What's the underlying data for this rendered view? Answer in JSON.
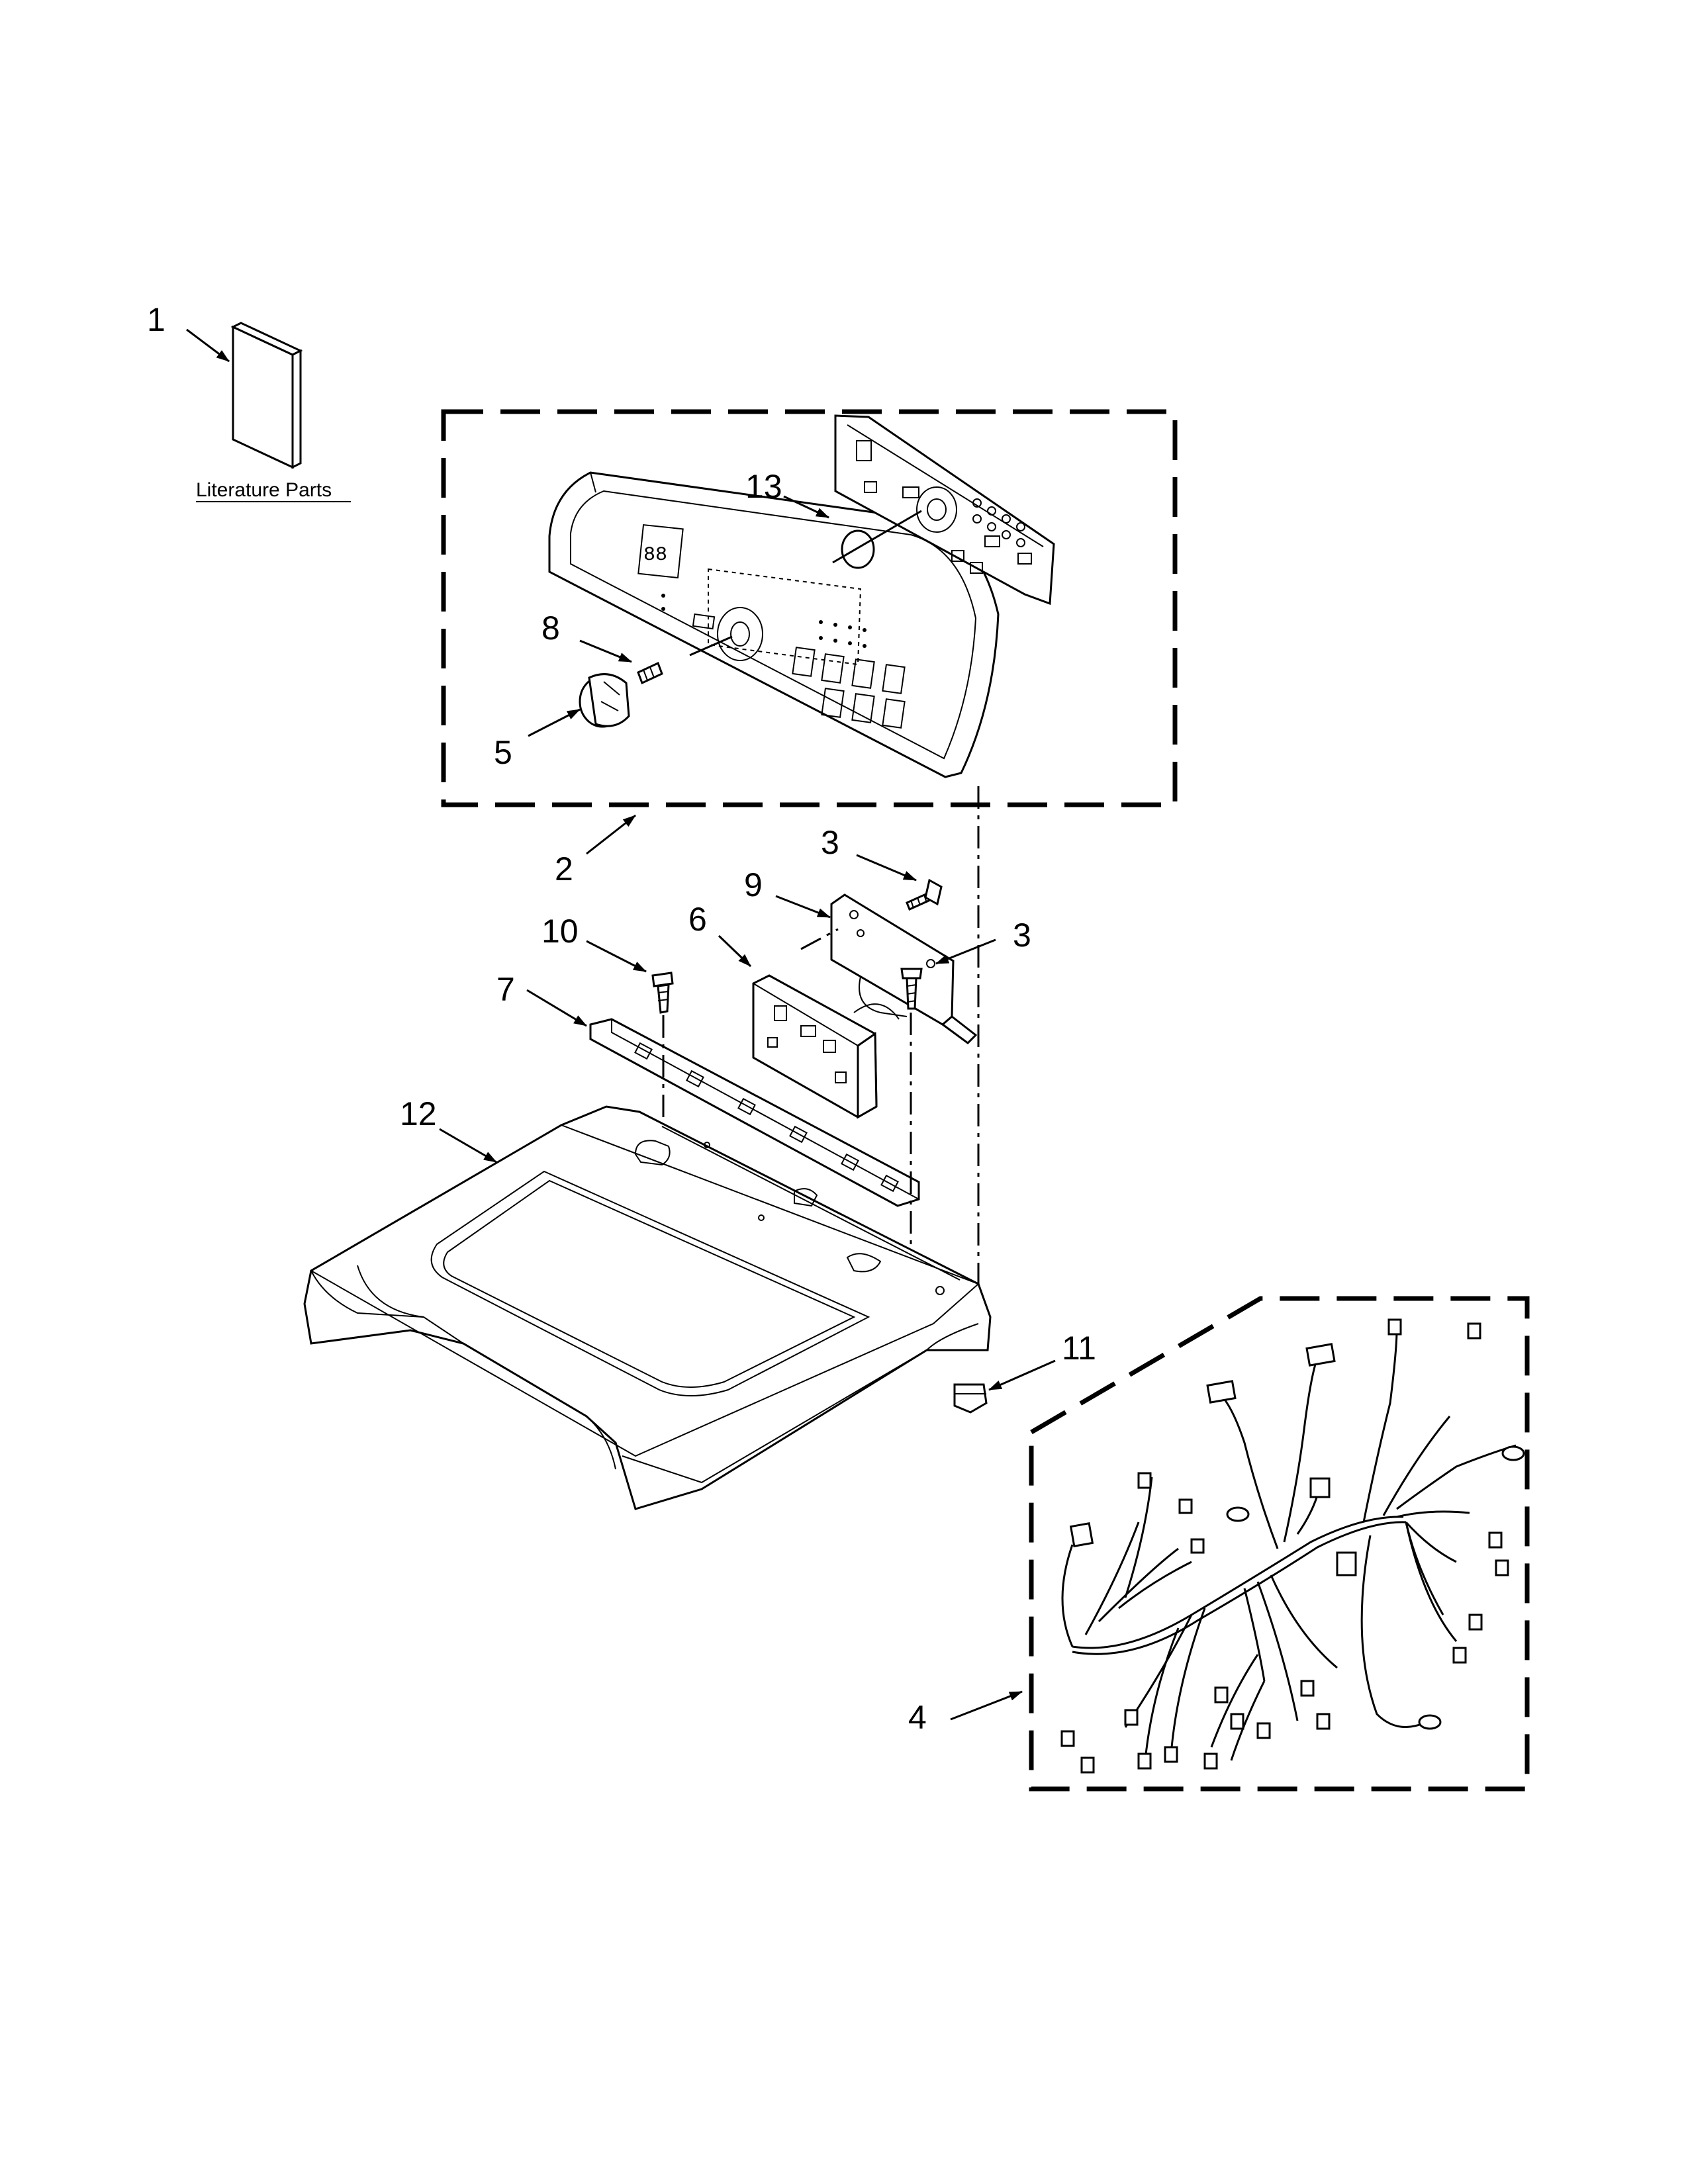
{
  "literature": {
    "label": "Literature Parts"
  },
  "callouts": {
    "c1": "1",
    "c2": "2",
    "c3a": "3",
    "c3b": "3",
    "c4": "4",
    "c5": "5",
    "c6": "6",
    "c7": "7",
    "c8": "8",
    "c9": "9",
    "c10": "10",
    "c11": "11",
    "c12": "12",
    "c13": "13"
  }
}
